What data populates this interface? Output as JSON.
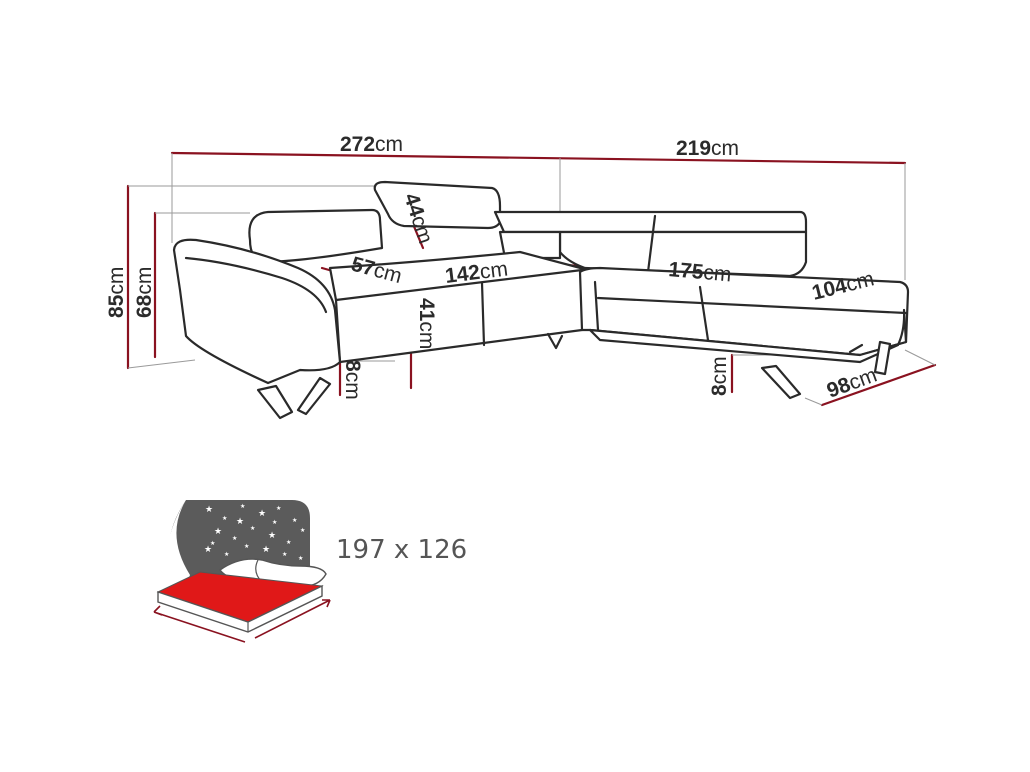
{
  "colors": {
    "dimension_line": "#8a1220",
    "outline": "#2a2a2a",
    "sleep_area": "#e01818",
    "night_sky": "#5b5b5b",
    "label": "#2b2b2b"
  },
  "dimensions": {
    "total_width_left": {
      "value": "272",
      "unit": "cm"
    },
    "total_width_right": {
      "value": "219",
      "unit": "cm"
    },
    "headrest": {
      "value": "44",
      "unit": "cm"
    },
    "height_total": {
      "value": "85",
      "unit": "cm"
    },
    "height_back": {
      "value": "68",
      "unit": "cm"
    },
    "armrest_depth": {
      "value": "57",
      "unit": "cm"
    },
    "seat_left": {
      "value": "142",
      "unit": "cm"
    },
    "seat_right": {
      "value": "175",
      "unit": "cm"
    },
    "chaise_width": {
      "value": "104",
      "unit": "cm"
    },
    "seat_height": {
      "value": "41",
      "unit": "cm"
    },
    "leg_left": {
      "value": "8",
      "unit": "cm"
    },
    "leg_right": {
      "value": "8",
      "unit": "cm"
    },
    "chaise_depth": {
      "value": "98",
      "unit": "cm"
    }
  },
  "bed": {
    "size_label": "197 x 126",
    "icons": [
      "moon-icon",
      "stars-icon",
      "pillow-icon",
      "mattress-icon"
    ]
  }
}
